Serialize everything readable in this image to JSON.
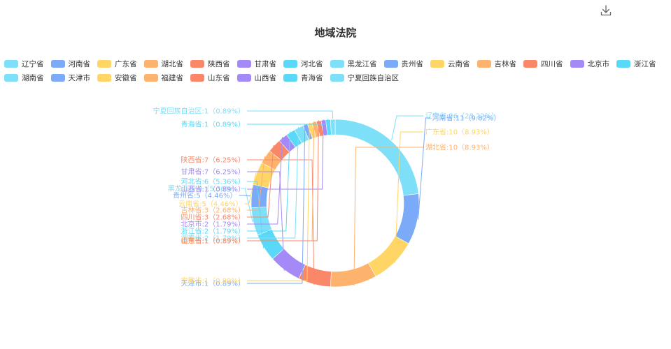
{
  "header": {
    "title": "地域法院",
    "download_icon": "download-icon"
  },
  "chart_data": {
    "type": "pie",
    "variant": "donut",
    "title": "地域法院",
    "legend_position": "top",
    "label_format": "{name}:{value} ({percent}%)",
    "slices": [
      {
        "name": "辽宁省",
        "value": 26,
        "percent": "23.22",
        "color": "#7ee0f8"
      },
      {
        "name": "河南省",
        "value": 11,
        "percent": "9.82",
        "color": "#7aaaf8"
      },
      {
        "name": "广东省",
        "value": 10,
        "percent": "8.93",
        "color": "#ffd566"
      },
      {
        "name": "湖北省",
        "value": 10,
        "percent": "8.93",
        "color": "#fdb26e"
      },
      {
        "name": "陕西省",
        "value": 7,
        "percent": "6.25",
        "color": "#fb8769"
      },
      {
        "name": "甘肃省",
        "value": 7,
        "percent": "6.25",
        "color": "#a48af6"
      },
      {
        "name": "河北省",
        "value": 6,
        "percent": "5.36",
        "color": "#5ad8f7"
      },
      {
        "name": "黑龙江省",
        "value": 6,
        "percent": "5.36",
        "color": "#7ee0f8"
      },
      {
        "name": "贵州省",
        "value": 5,
        "percent": "4.46",
        "color": "#7aaaf8"
      },
      {
        "name": "云南省",
        "value": 5,
        "percent": "4.46",
        "color": "#ffd566"
      },
      {
        "name": "吉林省",
        "value": 3,
        "percent": "2.68",
        "color": "#fdb26e"
      },
      {
        "name": "四川省",
        "value": 3,
        "percent": "2.68",
        "color": "#fb8769"
      },
      {
        "name": "北京市",
        "value": 2,
        "percent": "1.79",
        "color": "#a48af6"
      },
      {
        "name": "浙江省",
        "value": 2,
        "percent": "1.79",
        "color": "#5ad8f7"
      },
      {
        "name": "湖南省",
        "value": 2,
        "percent": "1.79",
        "color": "#7ee0f8"
      },
      {
        "name": "天津市",
        "value": 1,
        "percent": "0.89",
        "color": "#7aaaf8"
      },
      {
        "name": "安徽省",
        "value": 1,
        "percent": "0.89",
        "color": "#ffd566"
      },
      {
        "name": "福建省",
        "value": 1,
        "percent": "0.89",
        "color": "#fdb26e"
      },
      {
        "name": "山东省",
        "value": 1,
        "percent": "0.89",
        "color": "#fb8769"
      },
      {
        "name": "山西省",
        "value": 1,
        "percent": "0.89",
        "color": "#a48af6"
      },
      {
        "name": "青海省",
        "value": 1,
        "percent": "0.89",
        "color": "#5ad8f7"
      },
      {
        "name": "宁夏回族自治区",
        "value": 1,
        "percent": "0.89",
        "color": "#7ee0f8"
      }
    ]
  }
}
